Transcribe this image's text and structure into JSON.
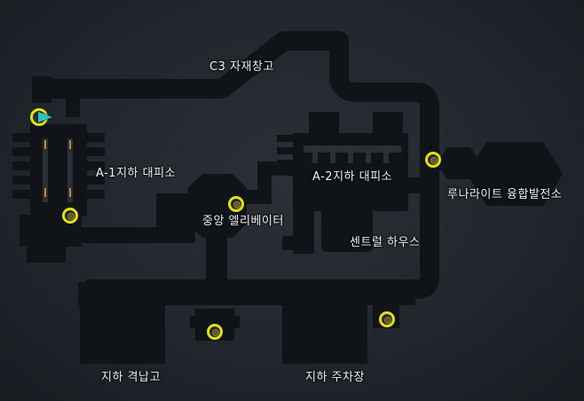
{
  "map": {
    "labels": {
      "c3_warehouse": "C3 자재창고",
      "a1_shelter": "A-1지하 대피소",
      "a2_shelter": "A-2지하 대피소",
      "central_elevator": "중앙 엘리베이터",
      "central_house": "센트럴 하우스",
      "lunarite_plant": "루나라이트 융합발전소",
      "underground_hangar": "지하 격납고",
      "underground_parking": "지하 주차장"
    },
    "colors": {
      "background": "#21272d",
      "corridor": "#101418",
      "waypoint_ring": "#e4e018",
      "player_arrow": "#27c7c0"
    },
    "icons": {
      "waypoint": "waypoint-marker-icon",
      "player": "player-position-arrow-icon"
    },
    "waypoint_count": 6
  }
}
